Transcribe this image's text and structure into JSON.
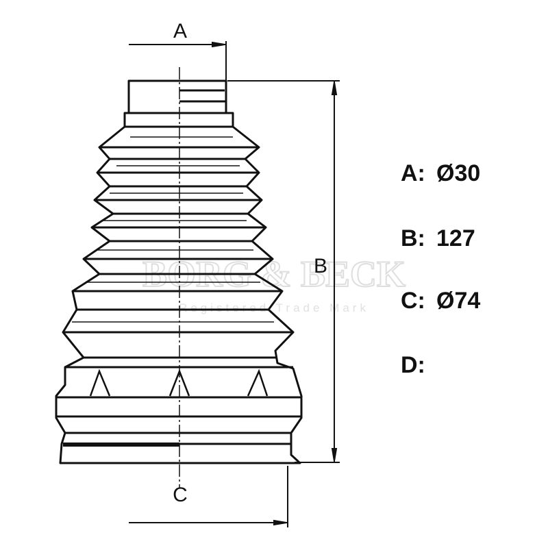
{
  "watermark": {
    "brand": "BORG & BECK",
    "tagline": "Registered Trade Mark"
  },
  "dimension_labels": {
    "a": "A",
    "b": "B",
    "c": "C"
  },
  "specs": [
    {
      "label": "A:",
      "value": "Ø30"
    },
    {
      "label": "B:",
      "value": "127"
    },
    {
      "label": "C:",
      "value": "Ø74"
    },
    {
      "label": "D:",
      "value": ""
    }
  ],
  "colors": {
    "line": "#111111",
    "watermark": "#d0d0d0"
  }
}
